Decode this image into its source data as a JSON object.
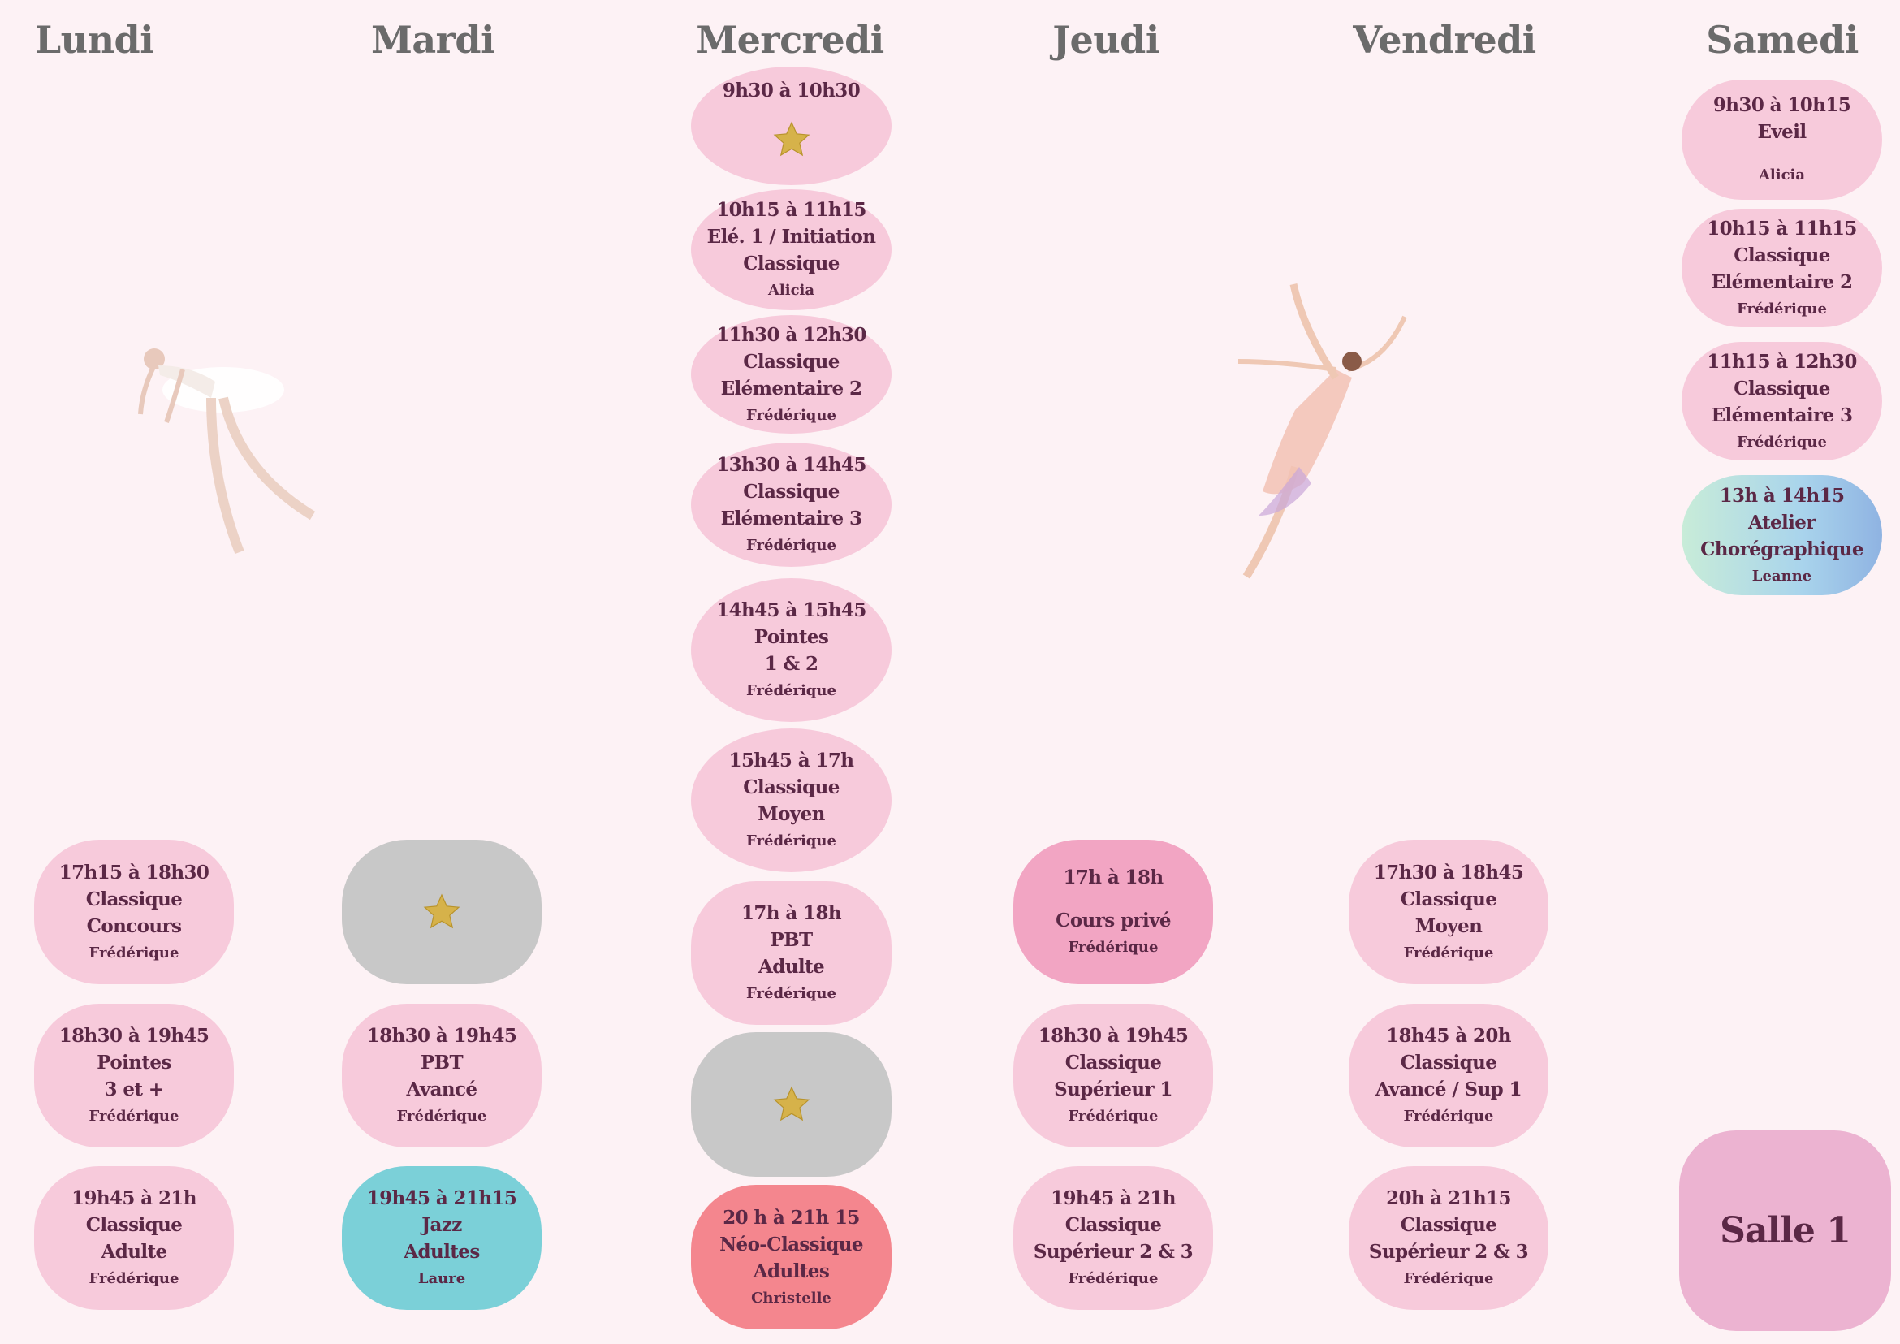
{
  "days": [
    {
      "label": "Lundi",
      "classes": [
        {
          "time": "17h15 à 18h30",
          "lines": [
            "Classique",
            "Concours"
          ],
          "teacher": "Frédérique",
          "style": "pink"
        },
        {
          "time": "18h30 à 19h45",
          "lines": [
            "Pointes",
            "3 et +"
          ],
          "teacher": "Frédérique",
          "style": "pink"
        },
        {
          "time": "19h45 à 21h",
          "lines": [
            "Classique",
            "Adulte"
          ],
          "teacher": "Frédérique",
          "style": "pink"
        }
      ]
    },
    {
      "label": "Mardi",
      "classes": [
        {
          "time": "",
          "lines": [],
          "teacher": "",
          "style": "gray",
          "icon": "star"
        },
        {
          "time": "18h30 à 19h45",
          "lines": [
            "PBT",
            "Avancé"
          ],
          "teacher": "Frédérique",
          "style": "pink"
        },
        {
          "time": "19h45 à 21h15",
          "lines": [
            "Jazz",
            "Adultes"
          ],
          "teacher": "Laure",
          "style": "teal"
        }
      ]
    },
    {
      "label": "Mercredi",
      "classes": [
        {
          "time": "9h30 à 10h30",
          "lines": [],
          "teacher": "",
          "style": "pink",
          "icon": "star"
        },
        {
          "time": "10h15 à 11h15",
          "lines": [
            "Elé. 1 / Initiation",
            "Classique"
          ],
          "teacher": "Alicia",
          "style": "pink"
        },
        {
          "time": "11h30 à 12h30",
          "lines": [
            "Classique",
            "Elémentaire 2"
          ],
          "teacher": "Frédérique",
          "style": "pink"
        },
        {
          "time": "13h30 à 14h45",
          "lines": [
            "Classique",
            "Elémentaire 3"
          ],
          "teacher": "Frédérique",
          "style": "pink"
        },
        {
          "time": "14h45 à 15h45",
          "lines": [
            "Pointes",
            "1 & 2"
          ],
          "teacher": "Frédérique",
          "style": "pink"
        },
        {
          "time": "15h45  à 17h",
          "lines": [
            "Classique",
            "Moyen"
          ],
          "teacher": "Frédérique",
          "style": "pink"
        },
        {
          "time": "17h à 18h",
          "lines": [
            "PBT",
            "Adulte"
          ],
          "teacher": "Frédérique",
          "style": "pink"
        },
        {
          "time": "",
          "lines": [],
          "teacher": "",
          "style": "gray",
          "icon": "star"
        },
        {
          "time": "20 h à 21h 15",
          "lines": [
            "Néo-Classique",
            "Adultes"
          ],
          "teacher": "Christelle",
          "style": "coral"
        }
      ]
    },
    {
      "label": "Jeudi",
      "classes": [
        {
          "time": "17h à 18h",
          "lines": [
            "",
            "Cours privé"
          ],
          "teacher": "Frédérique",
          "style": "dark"
        },
        {
          "time": "18h30 à 19h45",
          "lines": [
            "Classique",
            "Supérieur 1"
          ],
          "teacher": "Frédérique",
          "style": "pink"
        },
        {
          "time": "19h45 à  21h",
          "lines": [
            "Classique",
            "Supérieur 2 & 3"
          ],
          "teacher": "Frédérique",
          "style": "pink"
        }
      ]
    },
    {
      "label": "Vendredi",
      "classes": [
        {
          "time": "17h30 à 18h45",
          "lines": [
            "Classique",
            "Moyen"
          ],
          "teacher": "Frédérique",
          "style": "pink"
        },
        {
          "time": "18h45 à 20h",
          "lines": [
            "Classique",
            "Avancé / Sup 1"
          ],
          "teacher": "Frédérique",
          "style": "pink"
        },
        {
          "time": "20h  à 21h15",
          "lines": [
            "Classique",
            "Supérieur  2 & 3"
          ],
          "teacher": "Frédérique",
          "style": "pink"
        }
      ]
    },
    {
      "label": "Samedi",
      "classes": [
        {
          "time": "9h30 à 10h15",
          "lines": [
            "Eveil",
            ""
          ],
          "teacher": "Alicia",
          "style": "pink"
        },
        {
          "time": "10h15 à 11h15",
          "lines": [
            "Classique",
            "Elémentaire 2"
          ],
          "teacher": "Frédérique",
          "style": "pink"
        },
        {
          "time": "11h15 à 12h30",
          "lines": [
            "Classique",
            "Elémentaire 3"
          ],
          "teacher": "Frédérique",
          "style": "pink"
        },
        {
          "time": "13h  à 14h15",
          "lines": [
            "Atelier",
            "Chorégraphique"
          ],
          "teacher": "Leanne",
          "style": "grad"
        }
      ]
    }
  ],
  "room": "Salle 1",
  "colors": {
    "pink": "#f7cadb",
    "gray": "#c8c8c8",
    "dark_pink": "#f2a5c3",
    "teal": "#7bd0d8",
    "coral": "#f4868e",
    "text": "#5b2846",
    "header": "#6b6b6b"
  }
}
